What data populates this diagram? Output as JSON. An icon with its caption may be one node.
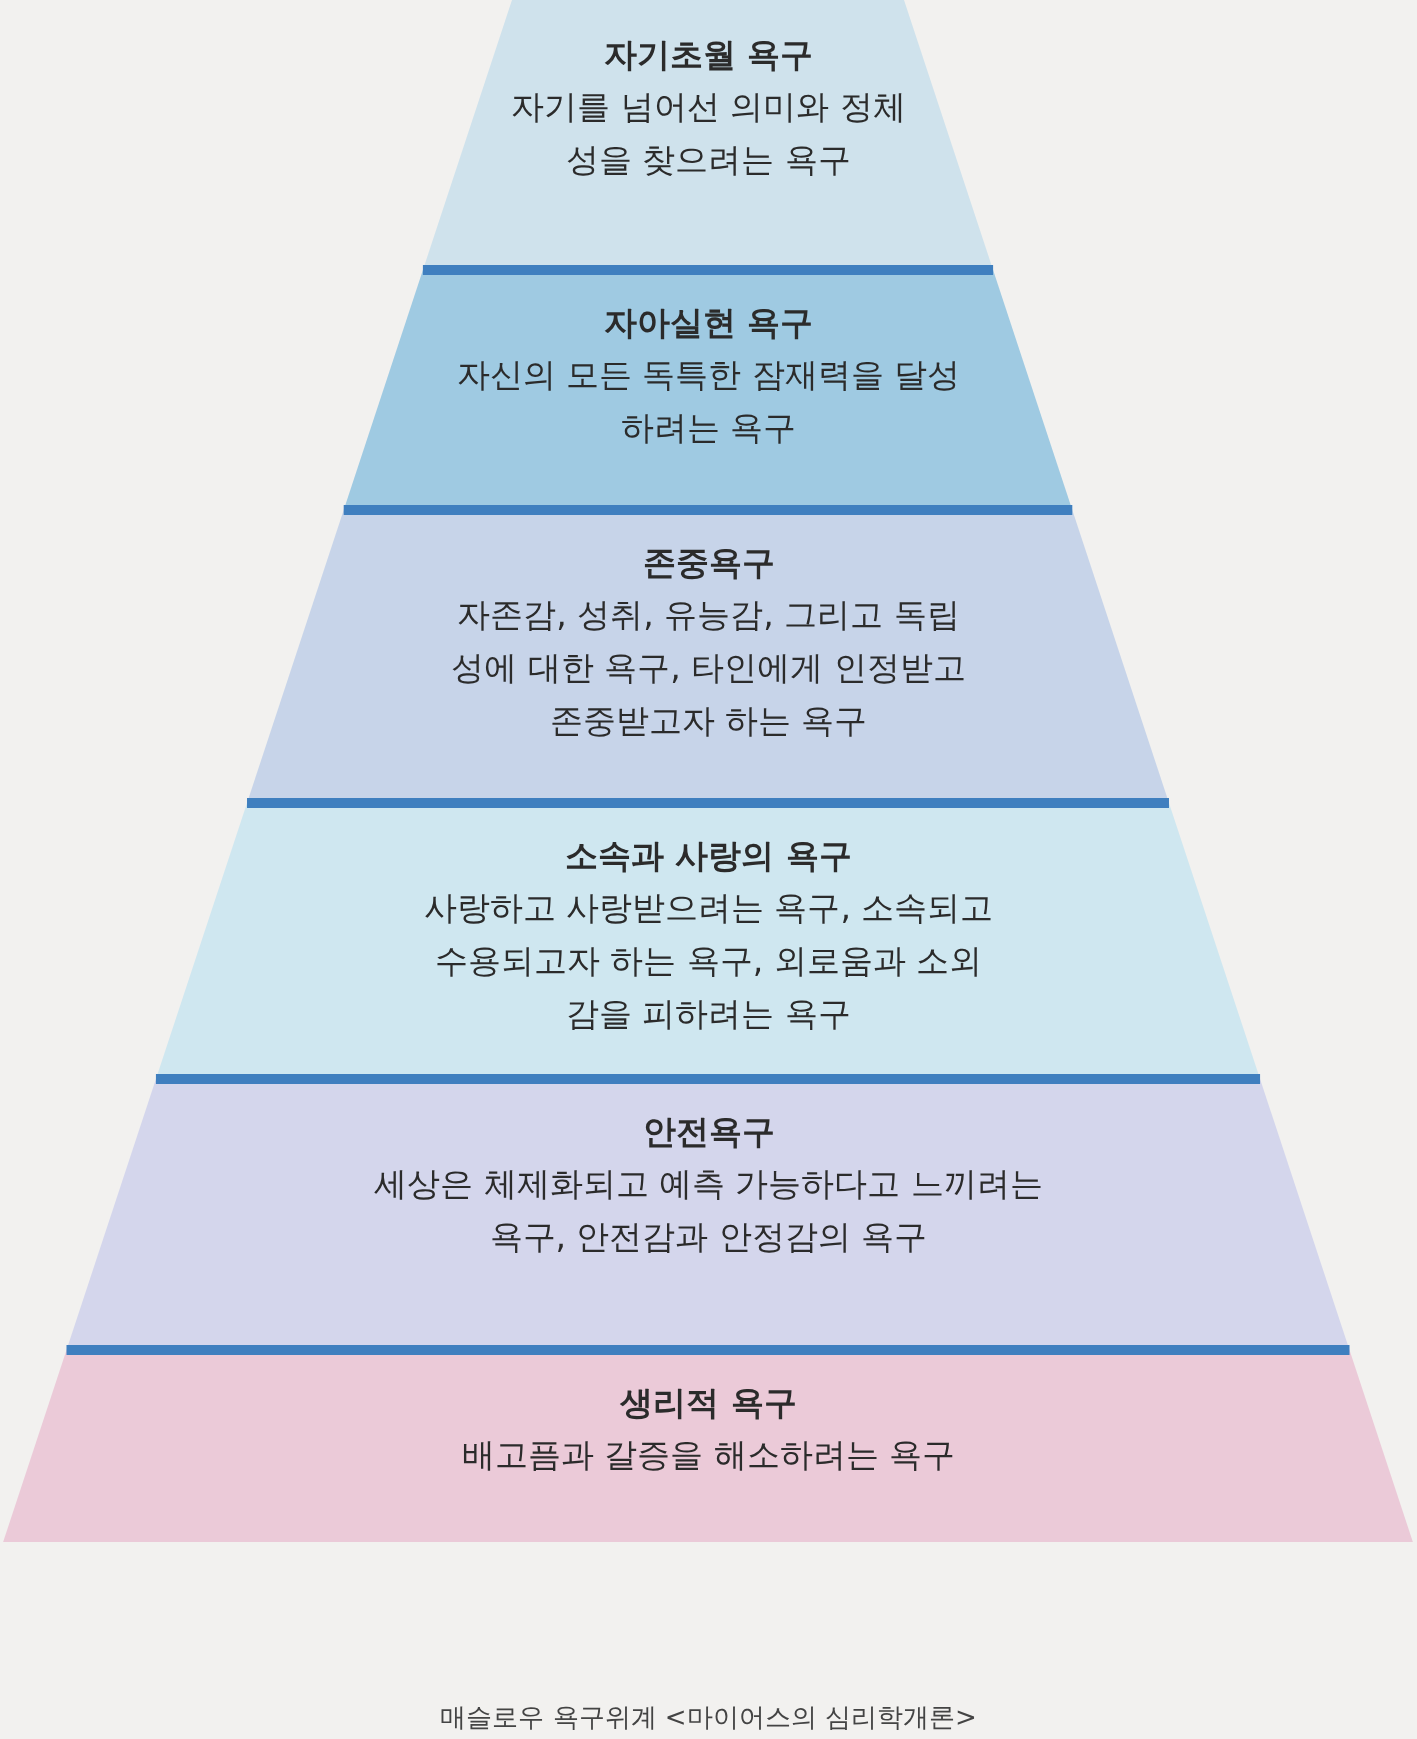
{
  "diagram": {
    "caption": "매슬로우 욕구위계 <마이어스의 심리학개론>",
    "nodes": [
      {
        "text": [
          "자기초월 욕구",
          "자기를 넘어선 의미와 정체성을 찾으려는 욕구"
        ]
      },
      {
        "text": [
          "자아실현 욕구",
          "자신의 모든 독특한 잠재력을 달성하려는 욕구"
        ]
      },
      {
        "text": [
          "존중욕구",
          "자존감, 성취, 유능감, 그리고 독립성에 대한 욕구, 타인에게 인정받고 존중받고자 하는 욕구"
        ]
      },
      {
        "text": [
          "소속과 사랑의 욕구",
          "사랑하고 사랑받으려는 욕구, 소속되고 수용되고자 하는 욕구, 외로움과 소외감을 피하려는 욕구"
        ]
      },
      {
        "text": [
          "안전욕구",
          "세상은 체제화되고 예측 가능하다고 느끼려는 욕구, 안전감과 안정감의 욕구"
        ]
      },
      {
        "text": [
          "생리적 욕구",
          "배고픔과 갈증을 해소하려는 욕구"
        ]
      }
    ]
  }
}
